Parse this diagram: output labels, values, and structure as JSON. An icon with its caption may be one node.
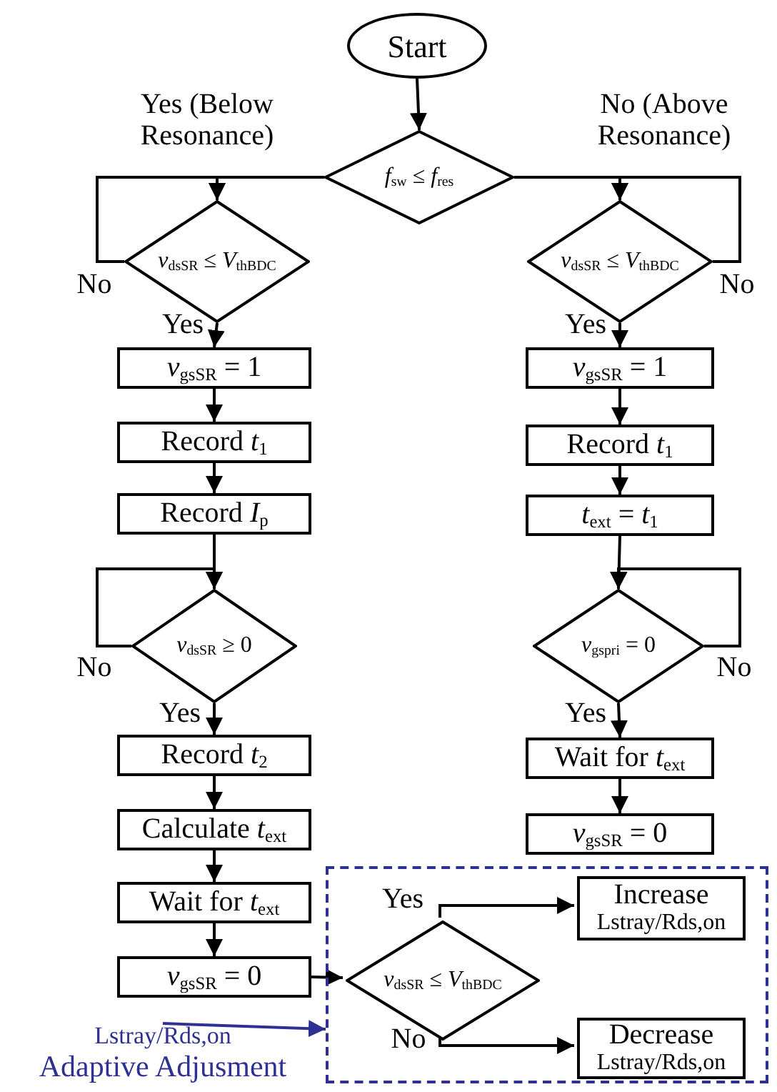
{
  "diagram": {
    "nodes": [
      {
        "text": [
          "Start"
        ]
      },
      {
        "text": [
          "*f*$_{sw}$ ≤ *f*$_{res}$"
        ]
      },
      {
        "text": [
          "*v*$_{ds}$$_{SR}$ ≤ *V*$_{th}$$_{BDC}$"
        ]
      },
      {
        "text": [
          "*v*$_{gs}$$_{SR}$ = 1"
        ]
      },
      {
        "text": [
          "Record *t*$_{1}$"
        ]
      },
      {
        "text": [
          "Record *I*$_{p}$"
        ]
      },
      {
        "text": [
          "*v*$_{ds}$$_{SR}$ ≥ 0"
        ]
      },
      {
        "text": [
          "Record *t*$_{2}$"
        ]
      },
      {
        "text": [
          "Calculate *t*$_{ext}$"
        ]
      },
      {
        "text": [
          "Wait for *t*$_{ext}$"
        ]
      },
      {
        "text": [
          "*v*$_{gs}$$_{SR}$ = 0"
        ]
      },
      {
        "text": [
          "*v*$_{ds}$$_{SR}$ ≤ *V*$_{th}$$_{BDC}$"
        ]
      },
      {
        "text": [
          "*v*$_{gs}$$_{SR}$ = 1"
        ]
      },
      {
        "text": [
          "Record *t*$_{1}$"
        ]
      },
      {
        "text": [
          "*t*$_{ext}$ = *t*$_{1}$"
        ]
      },
      {
        "text": [
          "*v*$_{gs}$$_{pri}$ = 0"
        ]
      },
      {
        "text": [
          "Wait for *t*$_{ext}$"
        ]
      },
      {
        "text": [
          "*v*$_{gs}$$_{SR}$ = 0"
        ]
      },
      {
        "text": [],
        "shape": "box"
      },
      {
        "text": [
          "*v*$_{ds}$$_{SR}$ ≤ *V*$_{th}$$_{BDC}$"
        ],
        "in": 18
      },
      {
        "text": [
          "Increase",
          "Lstray/Rds,on"
        ],
        "in": 18
      },
      {
        "text": [
          "Decrease",
          "Lstray/Rds,on"
        ],
        "in": 18
      },
      {
        "text": [
          "Lstray/Rds,on",
          "Adaptive Adjusment"
        ]
      }
    ],
    "edges": [
      {
        "from": 0,
        "to": 1,
        "arrow": "to"
      },
      {
        "from": 1,
        "to": 2,
        "arrow": "to",
        "label": "Yes (Below Resonance)"
      },
      {
        "from": 1,
        "to": 11,
        "arrow": "to",
        "label": "No (Above Resonance)"
      },
      {
        "from": 2,
        "to": 2,
        "arrow": "to",
        "label": "No"
      },
      {
        "from": 2,
        "to": 3,
        "arrow": "to",
        "label": "Yes"
      },
      {
        "from": 3,
        "to": 4,
        "arrow": "to"
      },
      {
        "from": 4,
        "to": 5,
        "arrow": "to"
      },
      {
        "from": 5,
        "to": 6,
        "arrow": "to"
      },
      {
        "from": 6,
        "to": 6,
        "arrow": "to",
        "label": "No"
      },
      {
        "from": 6,
        "to": 7,
        "arrow": "to",
        "label": "Yes"
      },
      {
        "from": 7,
        "to": 8,
        "arrow": "to"
      },
      {
        "from": 8,
        "to": 9,
        "arrow": "to"
      },
      {
        "from": 9,
        "to": 10,
        "arrow": "to"
      },
      {
        "from": 10,
        "to": 19,
        "arrow": "to"
      },
      {
        "from": 11,
        "to": 11,
        "arrow": "to",
        "label": "No"
      },
      {
        "from": 11,
        "to": 12,
        "arrow": "to",
        "label": "Yes"
      },
      {
        "from": 12,
        "to": 13,
        "arrow": "to"
      },
      {
        "from": 13,
        "to": 14,
        "arrow": "to"
      },
      {
        "from": 14,
        "to": 15,
        "arrow": "to"
      },
      {
        "from": 15,
        "to": 15,
        "arrow": "to",
        "label": "No"
      },
      {
        "from": 15,
        "to": 16,
        "arrow": "to",
        "label": "Yes"
      },
      {
        "from": 16,
        "to": 17,
        "arrow": "to"
      },
      {
        "from": 19,
        "to": 20,
        "arrow": "to",
        "label": "Yes"
      },
      {
        "from": 19,
        "to": 21,
        "arrow": "to",
        "label": "No"
      },
      {
        "from": 22,
        "to": 18,
        "arrow": "to",
        "color": "#2e3192"
      }
    ]
  }
}
